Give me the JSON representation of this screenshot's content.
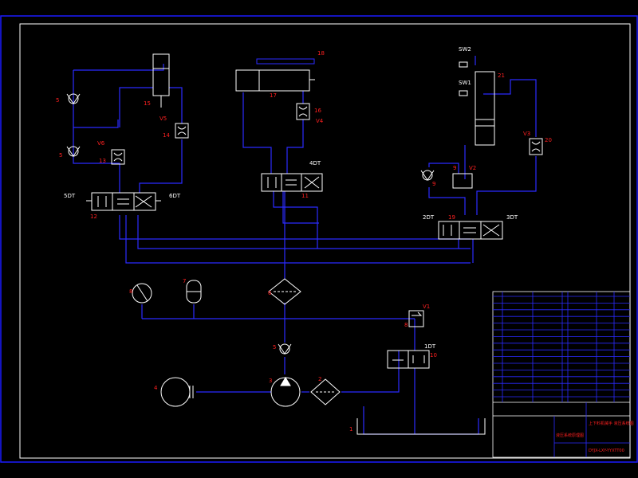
{
  "colors": {
    "background": "#000000",
    "frame": "#1a1aff",
    "inner_frame": "#ffffff",
    "pipe": "#2b2bff",
    "component": "#ffffff",
    "label": "#ff2020",
    "table_line": "#2b2bff"
  },
  "component_labels": {
    "c1": "1",
    "c2": "2",
    "c3": "3",
    "c4": "4",
    "c5a": "5",
    "c5b": "5",
    "c5c": "5",
    "c6": "6",
    "c7": "7",
    "c8a": "8",
    "c8b": "8",
    "c9a": "9",
    "c9b": "9",
    "c10": "10",
    "c11": "11",
    "c12": "12",
    "c13": "13",
    "c14": "14",
    "c15": "15",
    "c16": "16",
    "c17": "17",
    "c18": "18",
    "c19": "19",
    "c20": "20",
    "c21": "21"
  },
  "signal_labels": {
    "v1": "V1",
    "v2": "V2",
    "v3": "V3",
    "v4": "V4",
    "v5": "V5",
    "v6": "V6",
    "dt1": "1DT",
    "dt2": "2DT",
    "dt3": "3DT",
    "dt4": "4DT",
    "dt5": "5DT",
    "dt6": "6DT",
    "sw1": "SW1",
    "sw2": "SW2"
  },
  "title_block": {
    "project_name": "上下料机械手 液压系统图",
    "drawing_code": "DYJX-LXY-YYXTT00",
    "drawing_title": "液压系统原理图"
  }
}
